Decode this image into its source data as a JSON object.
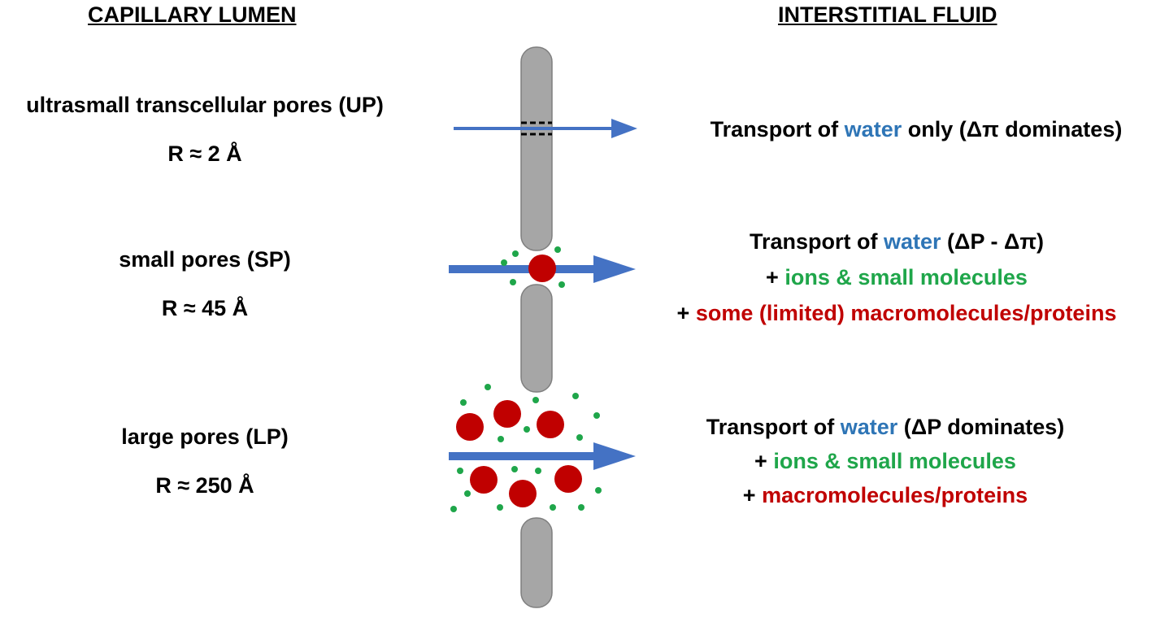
{
  "headings": {
    "left": "CAPILLARY LUMEN",
    "right": "INTERSTITIAL FLUID"
  },
  "pores": [
    {
      "name": "ultrasmall transcellular pores (UP)",
      "radius": "R ≈ 2 Å",
      "transport": [
        [
          {
            "text": "Transport of ",
            "color": "#000000"
          },
          {
            "text": "water",
            "color": "#2E75B6"
          },
          {
            "text": " only (Δπ dominates)",
            "color": "#000000"
          }
        ]
      ]
    },
    {
      "name": "small pores (SP)",
      "radius": "R ≈ 45 Å",
      "transport": [
        [
          {
            "text": "Transport of ",
            "color": "#000000"
          },
          {
            "text": "water",
            "color": "#2E75B6"
          },
          {
            "text": " (ΔP - Δπ)",
            "color": "#000000"
          }
        ],
        [
          {
            "text": "+ ",
            "color": "#000000"
          },
          {
            "text": "ions & small molecules",
            "color": "#1FA64A"
          }
        ],
        [
          {
            "text": "+ ",
            "color": "#000000"
          },
          {
            "text": "some (limited) macromolecules/proteins",
            "color": "#C00000"
          }
        ]
      ]
    },
    {
      "name": "large pores (LP)",
      "radius": "R ≈ 250 Å",
      "transport": [
        [
          {
            "text": "Transport of ",
            "color": "#000000"
          },
          {
            "text": "water",
            "color": "#2E75B6"
          },
          {
            "text": " (ΔP dominates)",
            "color": "#000000"
          }
        ],
        [
          {
            "text": "+ ",
            "color": "#000000"
          },
          {
            "text": "ions & small molecules",
            "color": "#1FA64A"
          }
        ],
        [
          {
            "text": "+ ",
            "color": "#000000"
          },
          {
            "text": "macromolecules/proteins",
            "color": "#C00000"
          }
        ]
      ]
    }
  ],
  "colors": {
    "wall": "#A6A6A6",
    "wall_border": "#7F7F7F",
    "arrow": "#4472C4",
    "macromolecule": "#C00000",
    "small_molecule": "#1FA64A"
  }
}
